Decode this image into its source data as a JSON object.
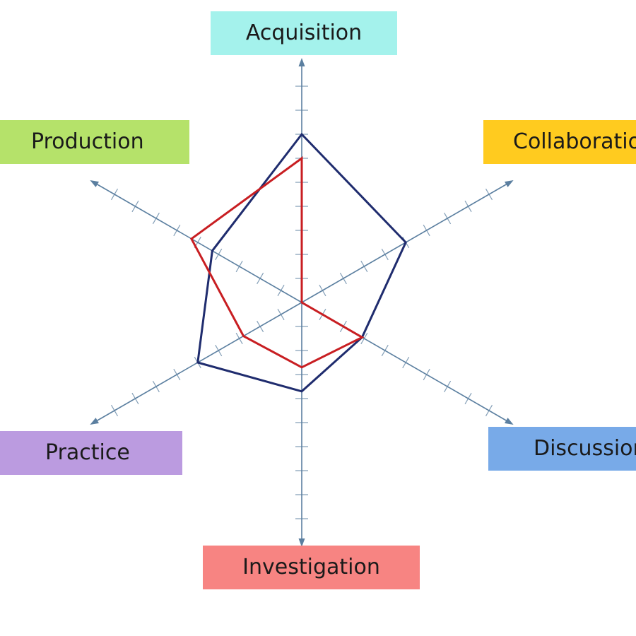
{
  "chart_data": {
    "type": "radar",
    "categories": [
      "Acquisition",
      "Collaboration",
      "Discussion",
      "Investigation",
      "Practice",
      "Production"
    ],
    "category_colors": [
      "#a4f2ec",
      "#ffcb1f",
      "#78aae8",
      "#f78482",
      "#bb9be0",
      "#b5e26a"
    ],
    "rlim": [
      0,
      10
    ],
    "ticks_per_axis": 10,
    "axis_color": "#5b7fa0",
    "grid": false,
    "series": [
      {
        "values": [
          7.0,
          5.0,
          2.9,
          3.7,
          5.0,
          4.3
        ],
        "color": "#1f2c6e"
      },
      {
        "values": [
          6.0,
          0.0,
          2.9,
          2.7,
          2.8,
          5.3
        ],
        "color": "#c81e22"
      }
    ]
  }
}
